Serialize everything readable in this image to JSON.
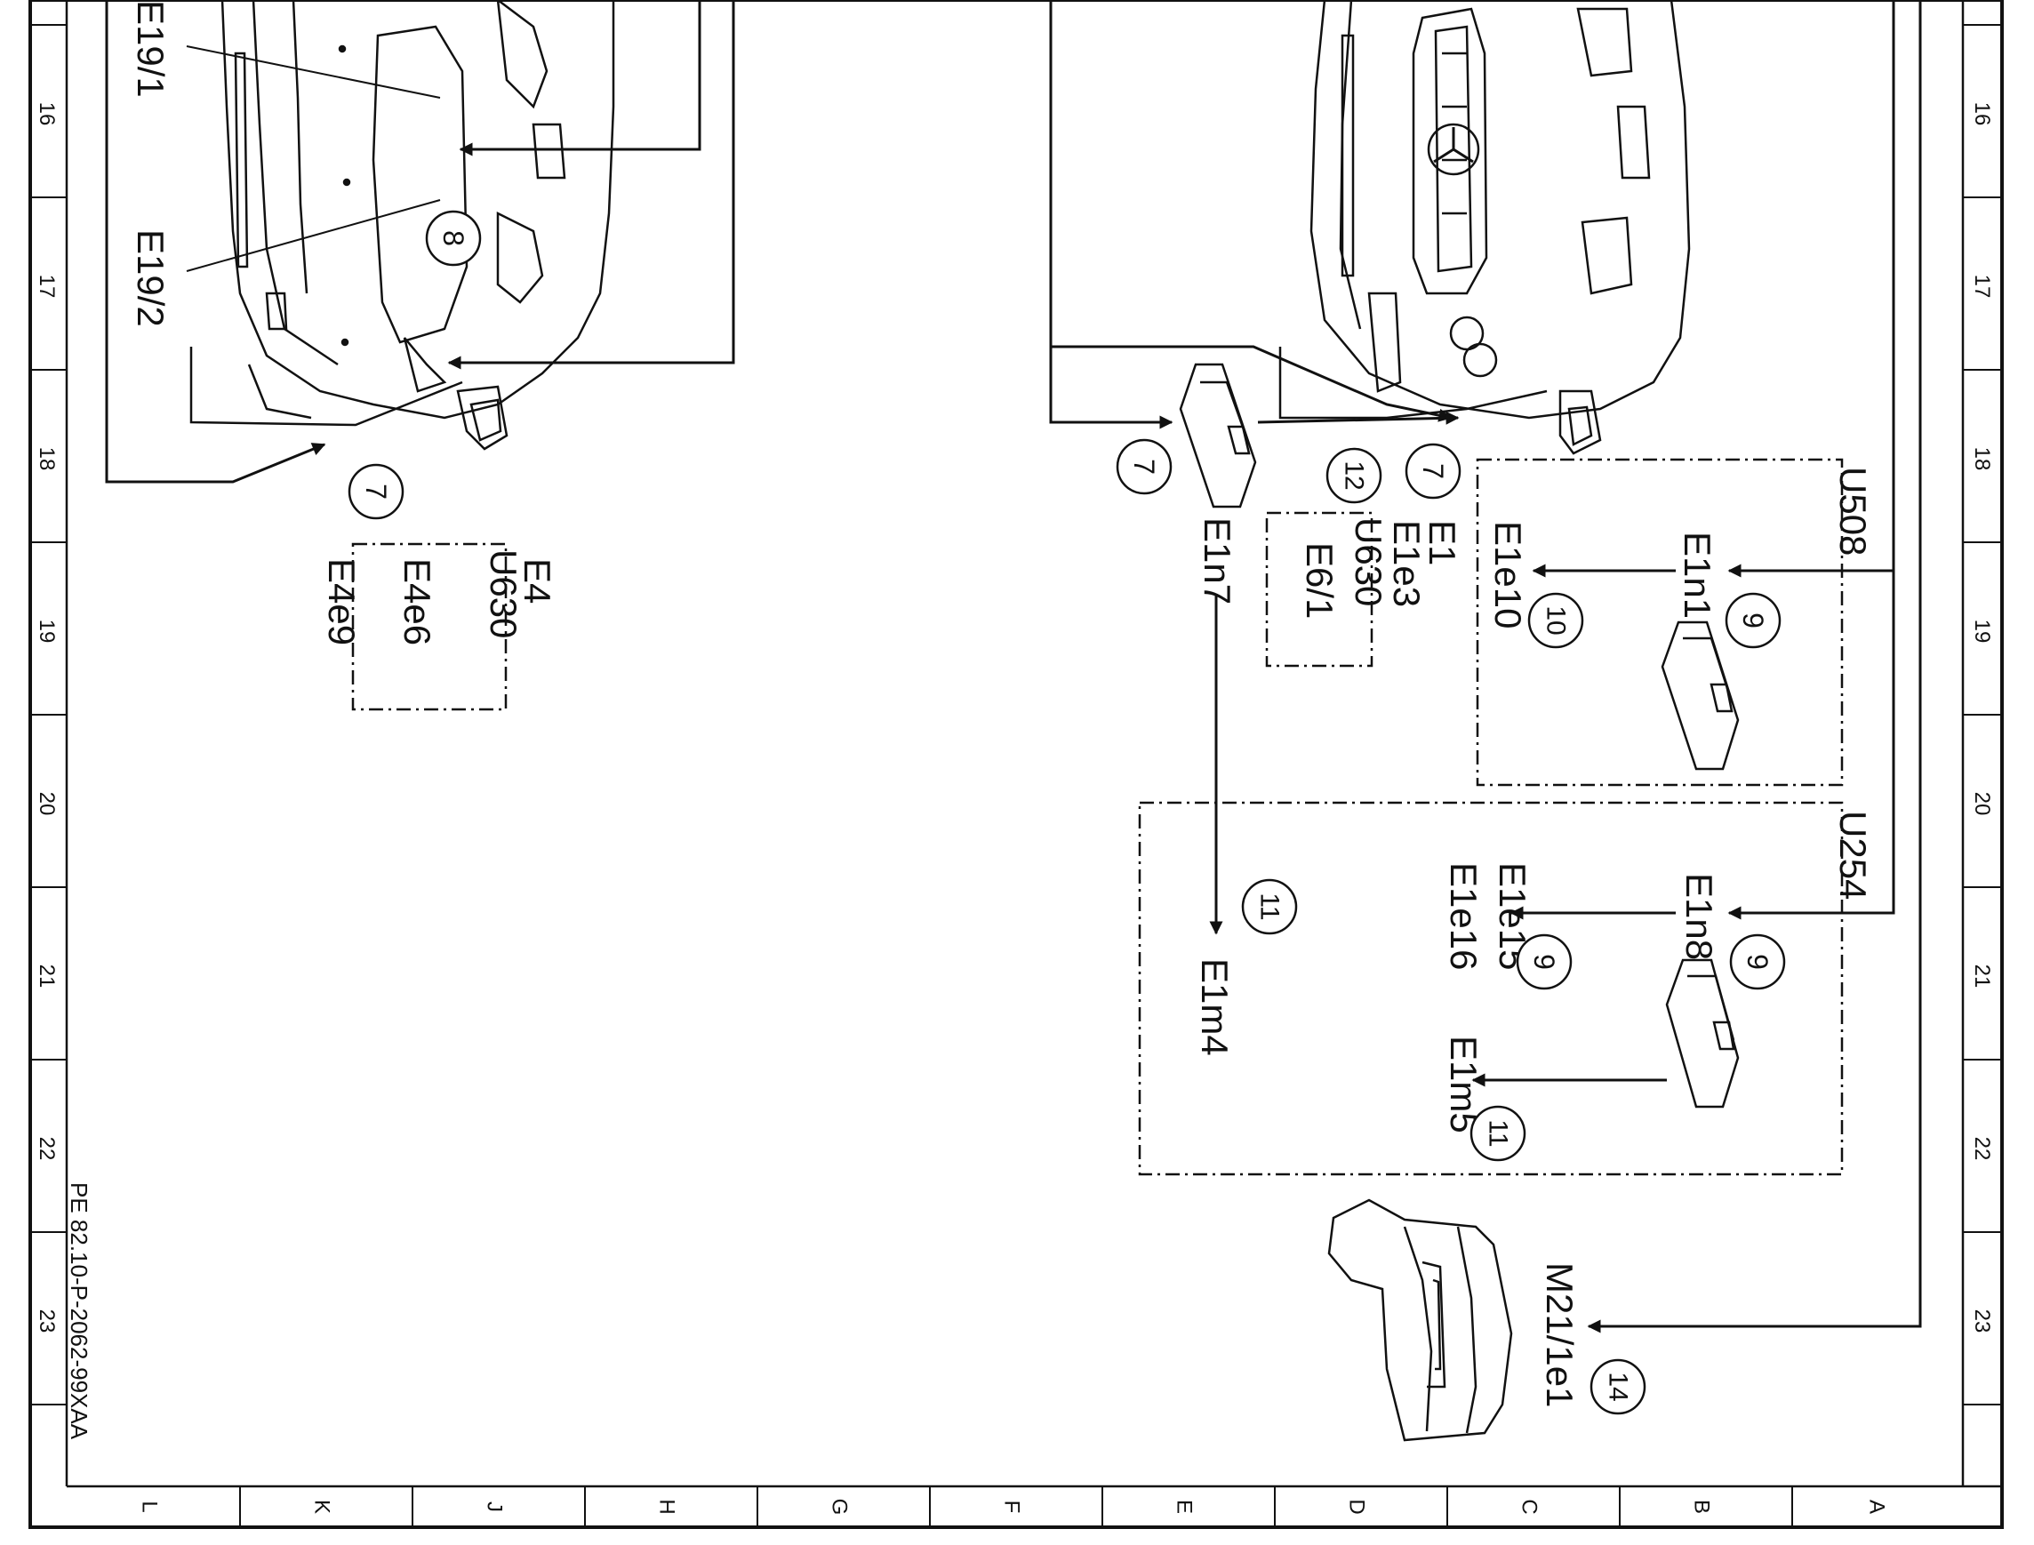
{
  "document_code": "PE 82.10-P-2062-99XAA",
  "grid": {
    "numbers": [
      "16",
      "17",
      "18",
      "19",
      "20",
      "21",
      "22",
      "23"
    ],
    "letters": [
      "L",
      "K",
      "J",
      "H",
      "G",
      "F",
      "E",
      "D",
      "C",
      "B",
      "A"
    ]
  },
  "left_view": {
    "labels": {
      "e19_1": "E19/1",
      "e19_2": "E19/2",
      "e4": "E4",
      "u630": "U630",
      "e4e6": "E4e6",
      "e4e9": "E4e9"
    },
    "callouts": {
      "c8": "8",
      "c7": "7"
    }
  },
  "right_view": {
    "labels": {
      "e1": "E1",
      "e1e3": "E1e3",
      "u630": "U630",
      "e6_1": "E6/1",
      "e1n7": "E1n7",
      "e1m4": "E1m4",
      "u508": "U508",
      "e1n1": "E1n1",
      "e1e10": "E1e10",
      "u254": "U254",
      "e1n8": "E1n8",
      "e1e15": "E1e15",
      "e1e16": "E1e16",
      "e1m5": "E1m5",
      "m21_1e1": "M21/1e1"
    },
    "callouts": {
      "c7a": "7",
      "c12": "12",
      "c7b": "7",
      "c9a": "9",
      "c10": "10",
      "c11a": "11",
      "c9b": "9",
      "c9c": "9",
      "c11b": "11",
      "c14": "14"
    }
  }
}
